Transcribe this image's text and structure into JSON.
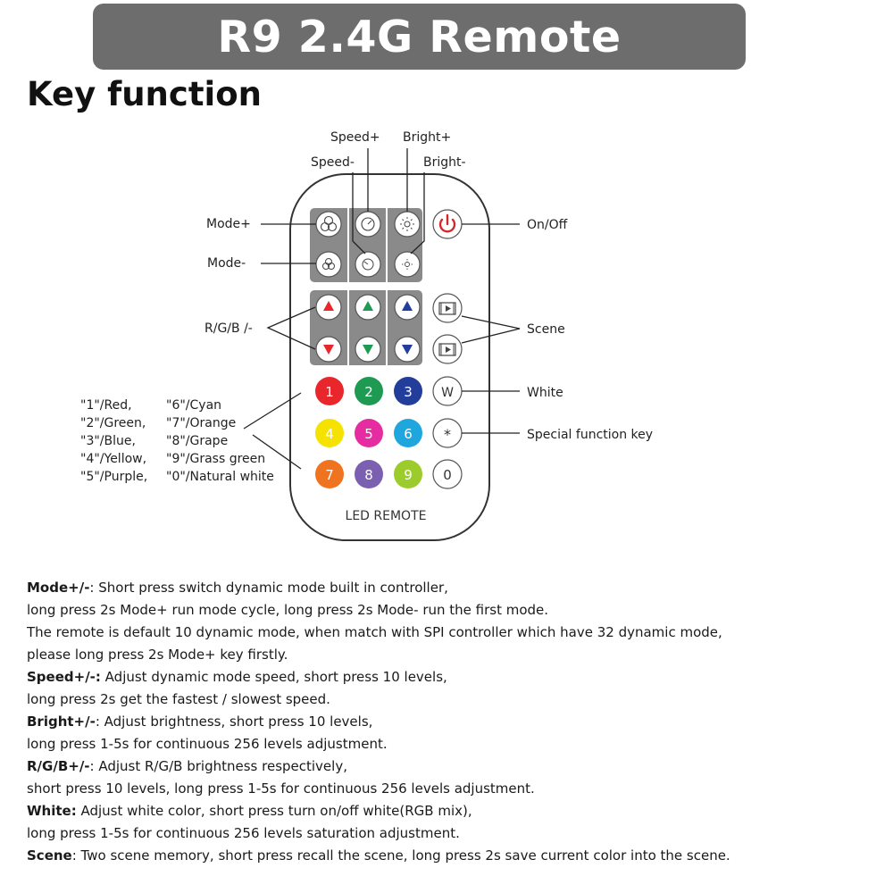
{
  "header": {
    "title": "R9 2.4G Remote",
    "section": "Key function"
  },
  "colors": {
    "banner": "#6d6d6d",
    "panel": "#8a8a8a",
    "power": "#d7262b",
    "red": "#e8262c",
    "green": "#1e9a52",
    "blue": "#233d9b",
    "yellow": "#f5e200",
    "magenta": "#e52ca0",
    "cyan": "#1fa6dd",
    "orange": "#f07320",
    "grape": "#7b5fb0",
    "grass": "#9ccc2c"
  },
  "callouts": {
    "speed_plus": "Speed+",
    "speed_minus": "Speed-",
    "bright_plus": "Bright+",
    "bright_minus": "Bright-",
    "mode_plus": "Mode+",
    "mode_minus": "Mode-",
    "rgb": "R/G/B /-",
    "on_off": "On/Off",
    "scene": "Scene",
    "white": "White",
    "special": "Special function key"
  },
  "color_legend": [
    [
      "\"1\"/Red,",
      "\"6\"/Cyan"
    ],
    [
      "\"2\"/Green,",
      "\"7\"/Orange"
    ],
    [
      "\"3\"/Blue,",
      "\"8\"/Grape"
    ],
    [
      "\"4\"/Yellow,",
      "\"9\"/Grass green"
    ],
    [
      "\"5\"/Purple,",
      "\"0\"/Natural white"
    ]
  ],
  "remote": {
    "footer": "LED REMOTE",
    "white_key": "W",
    "special_key": "*",
    "numbers": [
      "1",
      "2",
      "3",
      "4",
      "5",
      "6",
      "7",
      "8",
      "9",
      "0"
    ],
    "icons": [
      "mode-plus-icon",
      "speed-plus-icon",
      "bright-plus-icon",
      "power-icon",
      "mode-minus-icon",
      "speed-minus-icon",
      "bright-minus-icon",
      "scene-icon"
    ]
  },
  "descriptions": [
    {
      "label": "Mode+/-",
      "text": ": Short press switch dynamic mode built in controller,"
    },
    {
      "label": "",
      "text": "long press 2s Mode+ run mode cycle, long press 2s Mode- run the first mode."
    },
    {
      "label": "",
      "text": "The remote is default 10 dynamic mode, when match with SPI controller which have 32 dynamic mode,"
    },
    {
      "label": "",
      "text": "please long press 2s Mode+ key firstly."
    },
    {
      "label": "Speed+/-:",
      "text": " Adjust dynamic mode speed, short press 10 levels,"
    },
    {
      "label": "",
      "text": "long press 2s get the fastest / slowest speed."
    },
    {
      "label": "Bright+/-",
      "text": ": Adjust brightness, short press 10 levels,"
    },
    {
      "label": "",
      "text": "long press 1-5s for continuous 256 levels adjustment."
    },
    {
      "label": "R/G/B+/-",
      "text": ": Adjust R/G/B brightness respectively,"
    },
    {
      "label": "",
      "text": "short press 10 levels, long press 1-5s for continuous 256 levels adjustment."
    },
    {
      "label": "White:",
      "text": " Adjust white color, short press turn on/off white(RGB mix),"
    },
    {
      "label": "",
      "text": "long press 1-5s for continuous 256 levels saturation adjustment."
    },
    {
      "label": "Scene",
      "text": ": Two scene memory, short press recall the scene, long press 2s save current color into the scene."
    }
  ]
}
